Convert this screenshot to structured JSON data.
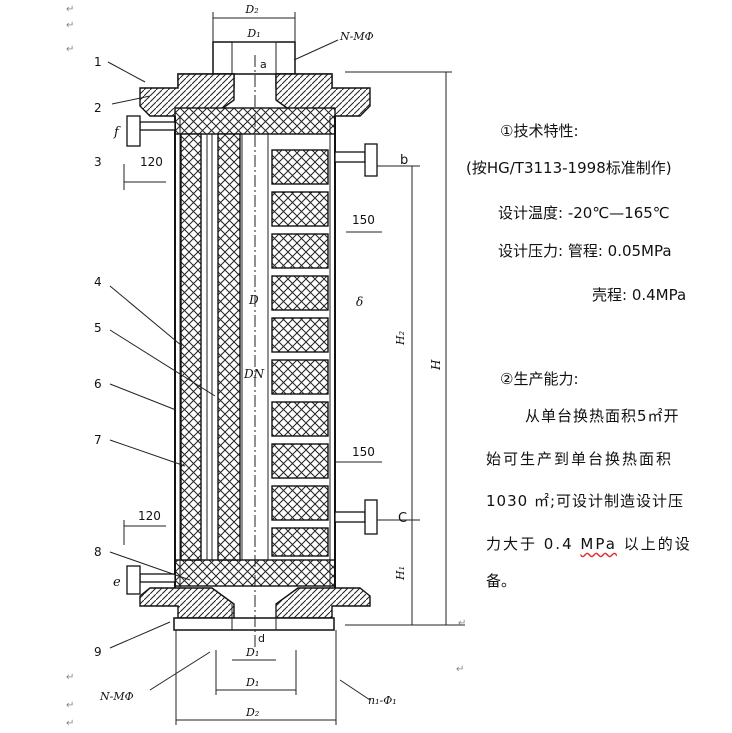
{
  "drawing": {
    "top_dims": {
      "d2": "D₂",
      "d1": "D₁",
      "nozzle": "N-MΦ",
      "a": "a"
    },
    "bottom_dims": {
      "d": "d",
      "d1": "D₁",
      "dl": "D₁",
      "d2": "D₂",
      "nozzle": "N-MΦ",
      "bolt": "n₁-Φ₁"
    },
    "callouts": [
      "1",
      "2",
      "3",
      "4",
      "5",
      "6",
      "7",
      "8",
      "9"
    ],
    "ports": {
      "f": "f",
      "b": "b",
      "c": "C",
      "e": "e"
    },
    "dims": {
      "top_left": "120",
      "bottom_left": "120",
      "top_right": "150",
      "mid_right": "150"
    },
    "center_labels": {
      "d": "D",
      "dn": "DN",
      "delta": "δ"
    },
    "heights": {
      "h2": "H₂",
      "h": "H",
      "h1": "H₁"
    }
  },
  "specs": {
    "tech_title": "①技术特性:",
    "standard": "(按HG/T3113-1998标准制作)",
    "temp": "设计温度: -20℃—165℃",
    "pressure_tube": "设计压力: 管程: 0.05MPa",
    "pressure_shell": "壳程: 0.4MPa",
    "capacity_title": "②生产能力:",
    "cap_line1": "从单台换热面积5㎡开",
    "cap_line2": "始可生产到单台换热面积",
    "cap_line3": "1030 ㎡;可设计制造设计压",
    "cap_line4a": "力大于 0.4 ",
    "cap_line4b": "MPa",
    "cap_line4c": " 以上的设",
    "cap_line5": "备。"
  },
  "para_mark": "↵"
}
